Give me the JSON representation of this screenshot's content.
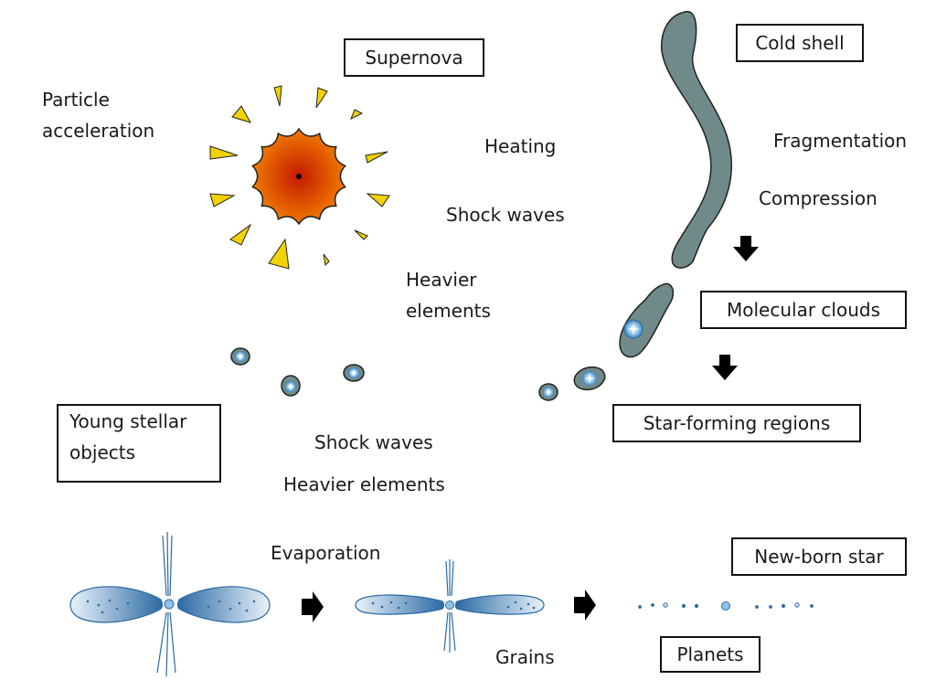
{
  "diagram": {
    "boxes": {
      "supernova": "Supernova",
      "cold_shell": "Cold shell",
      "molecular_clouds": "Molecular clouds",
      "star_forming_regions": "Star-forming regions",
      "young_stellar_objects_line1": "Young stellar",
      "young_stellar_objects_line2": "objects",
      "new_born_star": "New-born star",
      "planets": "Planets"
    },
    "labels": {
      "particle_acceleration_line1": "Particle",
      "particle_acceleration_line2": "acceleration",
      "heating": "Heating",
      "shock_waves_upper": "Shock waves",
      "heavier_elements_line1": "Heavier",
      "heavier_elements_line2": "elements",
      "fragmentation": "Fragmentation",
      "compression": "Compression",
      "shock_waves_lower": "Shock waves",
      "heavier_elements_lower": "Heavier elements",
      "evaporation": "Evaporation",
      "grains": "Grains"
    },
    "colors": {
      "supernova_core_inner": "#c41a00",
      "supernova_core_outer": "#f07a00",
      "shards": "#f2d200",
      "cloud_fill": "#6f8a89",
      "disk_dark": "#2b6aa3",
      "disk_light": "#e9f3fb",
      "protostar_glow": "#8fc3ea"
    },
    "icons": [
      "supernova-icon",
      "cold-shell-filament-icon",
      "molecular-cloud-icon",
      "protostar-globule-icon",
      "protoplanetary-disk-icon",
      "jet-icon",
      "arrow-down-icon",
      "arrow-right-icon",
      "planet-dot-icon"
    ]
  }
}
